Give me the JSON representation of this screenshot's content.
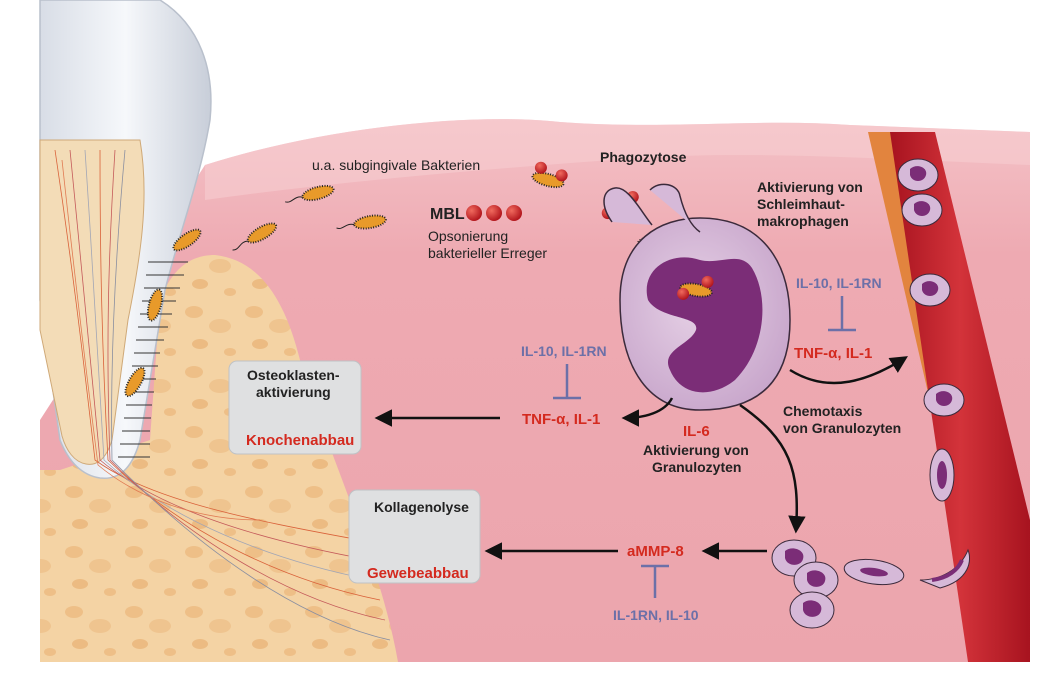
{
  "labels": {
    "bacteria": "u.a. subgingivale Bakterien",
    "phagocytosis": "Phagozytose",
    "mbl": "MBL",
    "opsonization_line1": "Opsonierung",
    "opsonization_line2": "bakterieller Erreger",
    "macrophage_activation_line1": "Aktivierung von",
    "macrophage_activation_line2": "Schleimhaut-",
    "macrophage_activation_line3": "makrophagen",
    "inhibitors_right": "IL-10, IL-1RN",
    "cytokines_right": "TNF-α, IL-1",
    "inhibitors_left": "IL-10, IL-1RN",
    "cytokines_left": "TNF-α, IL-1",
    "chemotaxis_line1": "Chemotaxis",
    "chemotaxis_line2": "von Granulozyten",
    "il6": "IL-6",
    "granulocyte_activation_line1": "Aktivierung von",
    "granulocyte_activation_line2": "Granulozyten",
    "osteoclast_line1": "Osteoklasten-",
    "osteoclast_line2": "aktivierung",
    "bone_loss": "Knochenabbau",
    "collagenolysis": "Kollagenolyse",
    "tissue_loss": "Gewebeabbau",
    "ammp8": "aMMP-8",
    "inhibitors_bottom": "IL-1RN, IL-10"
  },
  "colors": {
    "gum": "#efb1b8",
    "bone": "#f4d3a4",
    "blood_vessel": "#c4222e",
    "vessel_wall": "#e2843e",
    "cell": "#d6b9d8",
    "nucleus": "#7b2d77",
    "bacterium": "#e89a2a",
    "mbl_dot": "#c81e24",
    "red_text": "#d42a1f",
    "blue_text": "#6c70a8"
  }
}
